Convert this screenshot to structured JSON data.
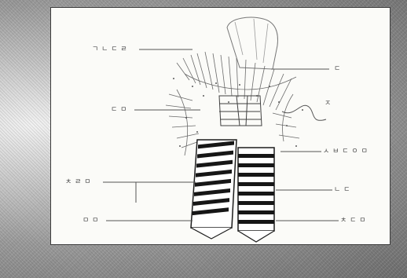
{
  "labels": {
    "top_left": "ㄱ ㄴ ㄷ ㄹ",
    "right_upper": "ㄷ",
    "middle_left": "ㄷ ㅁ",
    "middle_right": "ㅈ",
    "right_mid": "ㅅ ㅂ ㄷ ㅇ ㅁ",
    "left_mid": "ㅊ ㄹ ㅁ",
    "right_lower": "ㄴ ㄷ",
    "left_bottom": "ㅁ ㅁ",
    "right_bottom": "ㅊ ㄷ ㅁ"
  },
  "colors": {
    "frame": "#8a8a8a",
    "screen": "#fbfbf8",
    "ink": "#202020",
    "line": "#555555"
  }
}
